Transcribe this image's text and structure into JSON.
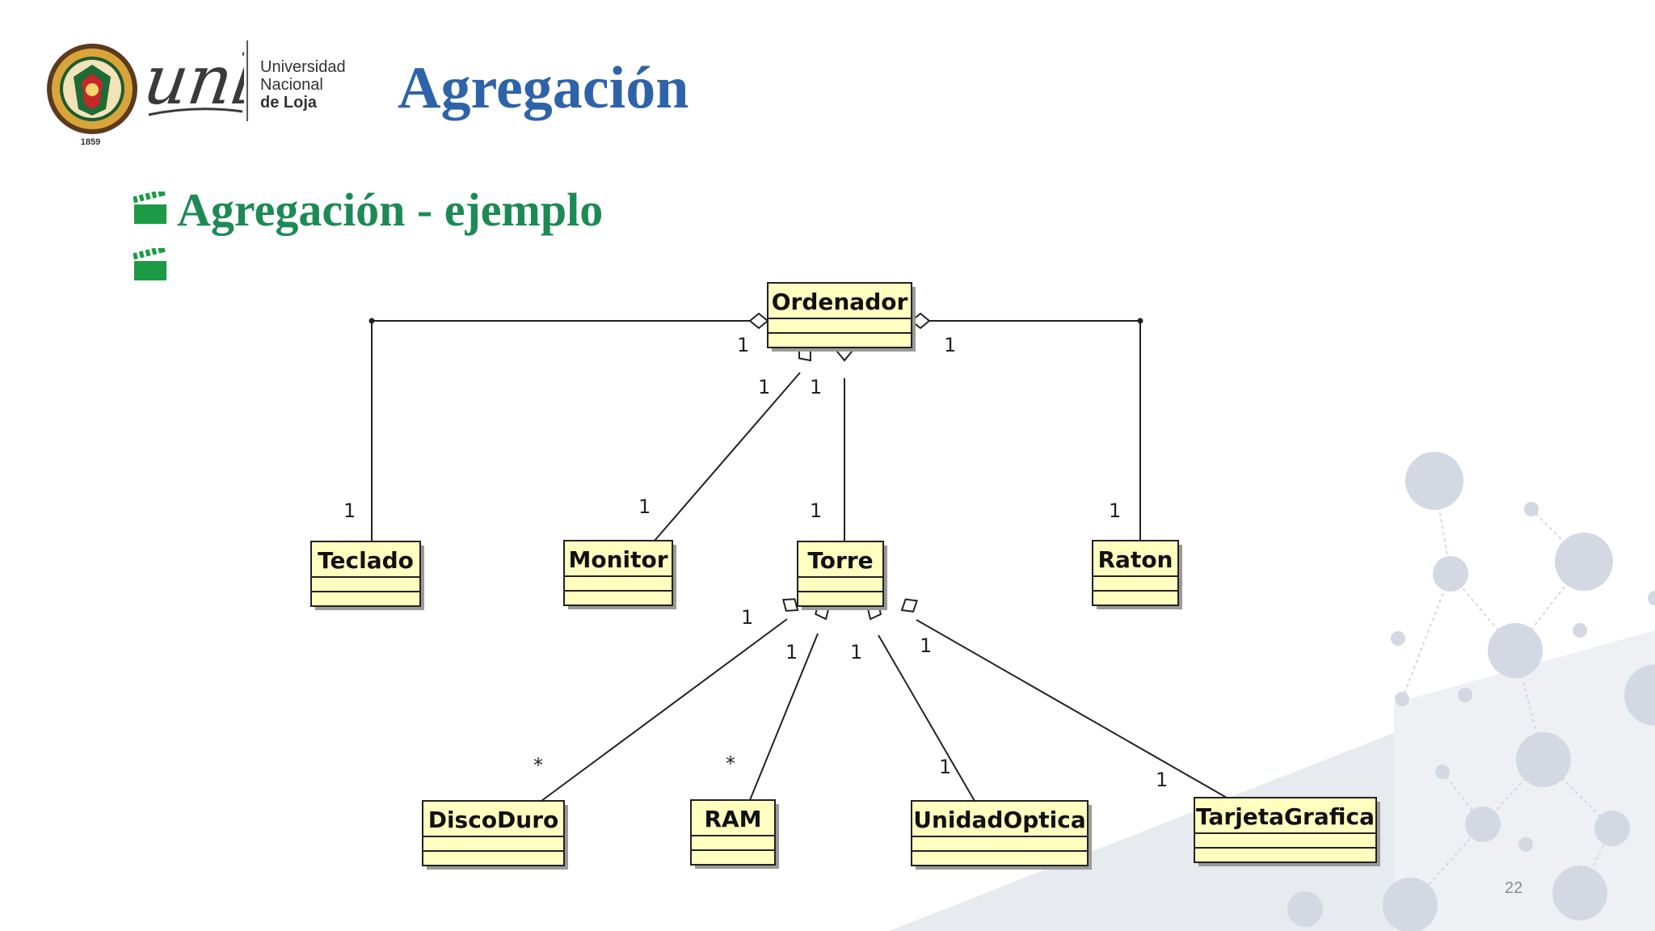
{
  "header": {
    "university_line1": "Universidad",
    "university_line2": "Nacional",
    "university_line3": "de Loja",
    "seal_year": "1859",
    "logo_mark": "unl"
  },
  "slide": {
    "title": "Agregación",
    "bullets": [
      "Agregación - ejemplo",
      ""
    ],
    "page_number": "22"
  },
  "colors": {
    "title": "#2e63a9",
    "bullet_text": "#1d8a55",
    "bullet_icon": "#1d9a45",
    "class_fill": "#ffffc0",
    "class_border": "#222222",
    "shadow": "#9a9a9a"
  },
  "diagram": {
    "classes": [
      {
        "id": "ordenador",
        "name": "Ordenador"
      },
      {
        "id": "teclado",
        "name": "Teclado"
      },
      {
        "id": "monitor",
        "name": "Monitor"
      },
      {
        "id": "torre",
        "name": "Torre"
      },
      {
        "id": "raton",
        "name": "Raton"
      },
      {
        "id": "discoduro",
        "name": "DiscoDuro"
      },
      {
        "id": "ram",
        "name": "RAM"
      },
      {
        "id": "unidadoptica",
        "name": "UnidadOptica"
      },
      {
        "id": "tarjetagrafica",
        "name": "TarjetaGrafica"
      }
    ],
    "aggregations": [
      {
        "whole": "ordenador",
        "part": "teclado",
        "whole_mult": "1",
        "part_mult": "1"
      },
      {
        "whole": "ordenador",
        "part": "monitor",
        "whole_mult": "1",
        "part_mult": "1"
      },
      {
        "whole": "ordenador",
        "part": "torre",
        "whole_mult": "1",
        "part_mult": "1"
      },
      {
        "whole": "ordenador",
        "part": "raton",
        "whole_mult": "1",
        "part_mult": "1"
      },
      {
        "whole": "torre",
        "part": "discoduro",
        "whole_mult": "1",
        "part_mult": "*"
      },
      {
        "whole": "torre",
        "part": "ram",
        "whole_mult": "1",
        "part_mult": "*"
      },
      {
        "whole": "torre",
        "part": "unidadoptica",
        "whole_mult": "1",
        "part_mult": "1"
      },
      {
        "whole": "torre",
        "part": "tarjetagrafica",
        "whole_mult": "1",
        "part_mult": "1"
      }
    ]
  }
}
